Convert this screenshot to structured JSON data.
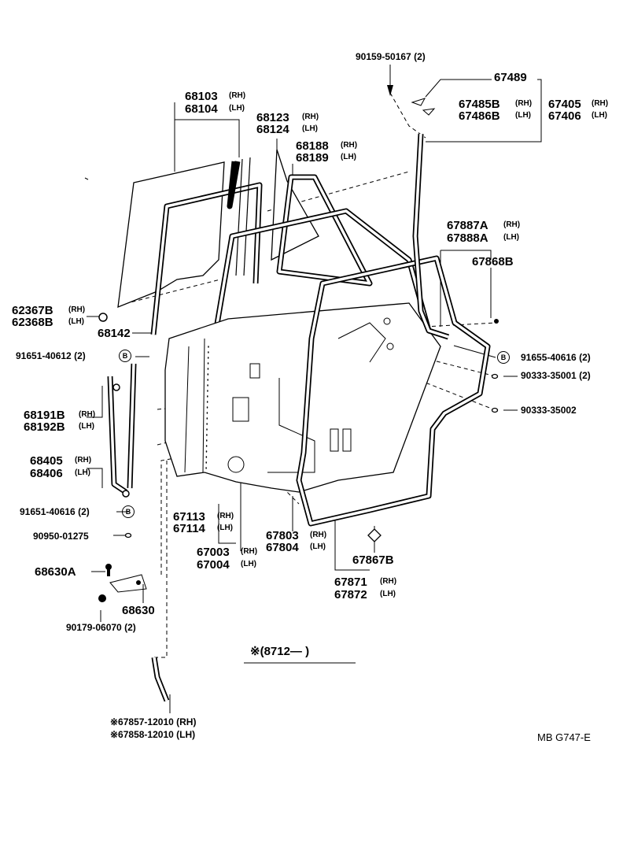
{
  "parts": {
    "p90159_50167": "90159-50167 (2)",
    "p67489": "67489",
    "p67485B": "67485B",
    "p67486B": "67486B",
    "p67405": "67405",
    "p67406": "67406",
    "p68103": "68103",
    "p68104": "68104",
    "p68123": "68123",
    "p68124": "68124",
    "p68188": "68188",
    "p68189": "68189",
    "p67887A": "67887A",
    "p67888A": "67888A",
    "p67868B": "67868B",
    "p62367B": "62367B",
    "p62368B": "62368B",
    "p68142": "68142",
    "p91651_40612": "91651-40612 (2)",
    "p91655_40616": "91655-40616 (2)",
    "p90333_35001": "90333-35001 (2)",
    "p90333_35002": "90333-35002",
    "p68191B": "68191B",
    "p68192B": "68192B",
    "p68405": "68405",
    "p68406": "68406",
    "p91651_40616": "91651-40616 (2)",
    "p90950_01275": "90950-01275",
    "p67113": "67113",
    "p67114": "67114",
    "p67803": "67803",
    "p67804": "67804",
    "p67003": "67003",
    "p67004": "67004",
    "p67867B": "67867B",
    "p68630A": "68630A",
    "p67871": "67871",
    "p67872": "67872",
    "p68630": "68630",
    "p90179_06070": "90179-06070 (2)",
    "p67857_12010": "※67857-12010 (RH)",
    "p67858_12010": "※67858-12010 (LH)"
  },
  "side": {
    "rh": "(RH)",
    "lh": "(LH)"
  },
  "marker_b": "B",
  "footnote": "※(8712—        )",
  "figure_code": "MB  G747-E"
}
